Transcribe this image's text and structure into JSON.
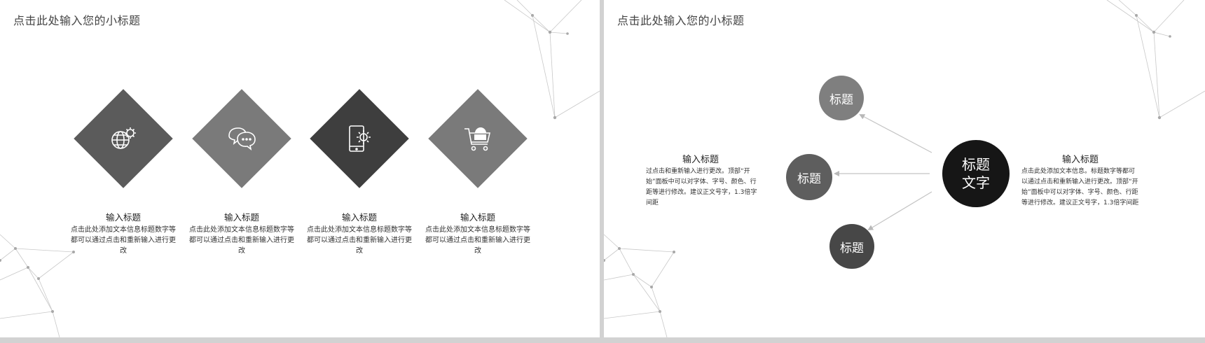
{
  "left_slide": {
    "subtitle": "点击此处输入您的小标题",
    "cards": [
      {
        "icon": "globe-gear-icon",
        "color": "#5b5b5b",
        "title": "输入标题",
        "text": "点击此处添加文本信息标题数字等都可以通过点击和重新输入进行更改"
      },
      {
        "icon": "chat-bubbles-icon",
        "color": "#7a7a7a",
        "title": "输入标题",
        "text": "点击此处添加文本信息标题数字等都可以通过点击和重新输入进行更改"
      },
      {
        "icon": "phone-gear-icon",
        "color": "#3e3e3e",
        "title": "输入标题",
        "text": "点击此处添加文本信息标题数字等都可以通过点击和重新输入进行更改"
      },
      {
        "icon": "shopping-cart-icon",
        "color": "#7a7a7a",
        "title": "输入标题",
        "text": "点击此处添加文本信息标题数字等都可以通过点击和重新输入进行更改"
      }
    ]
  },
  "right_slide": {
    "subtitle": "点击此处输入您的小标题",
    "center_line1": "标题",
    "center_line2": "文字",
    "center_color": "#161616",
    "circles": [
      {
        "label": "标题",
        "color": "#7f7f7f"
      },
      {
        "label": "标题",
        "color": "#5e5e5e"
      },
      {
        "label": "标题",
        "color": "#474747"
      }
    ],
    "left_block": {
      "title": "输入标题",
      "text": "过点击和重新输入进行更改。顶部“开始”面板中可以对字体、字号、颜色、行距等进行修改。建议正文号字，1.3倍字间距"
    },
    "right_block": {
      "title": "输入标题",
      "text": "点击此处添加文本信息。标题数字等都可以通过点击和重新输入进行更改。顶部“开始”面板中可以对字体、字号、颜色、行距等进行修改。建议正文号字，1.3倍字间距"
    }
  }
}
